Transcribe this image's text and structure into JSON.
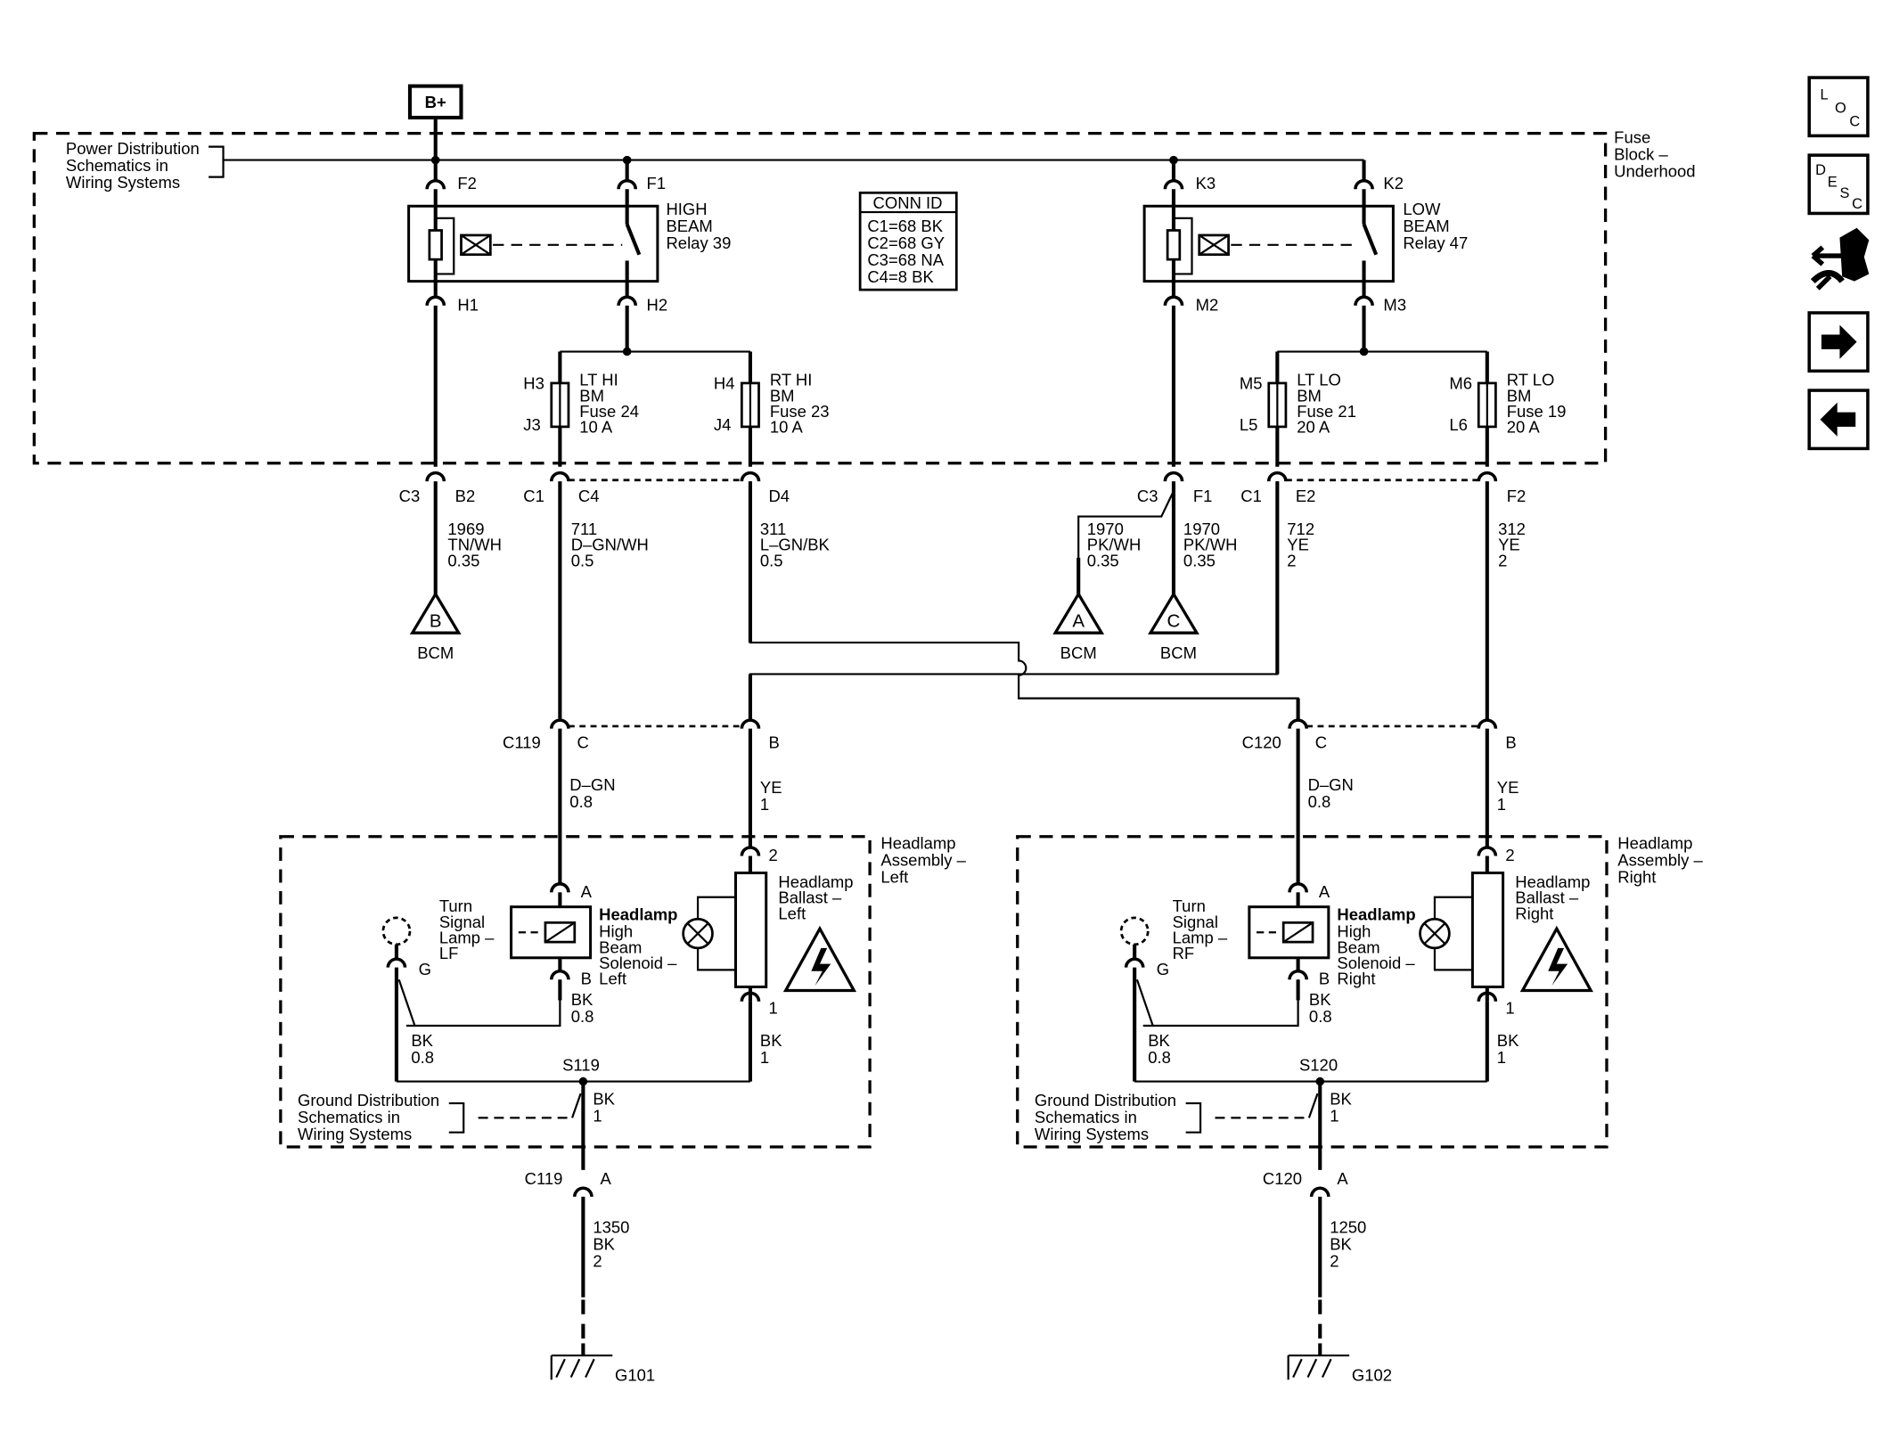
{
  "bplus": "B+",
  "fuse_block": [
    "Fuse",
    "Block –",
    "Underhood"
  ],
  "power_dist": [
    "Power Distribution",
    "Schematics in",
    "Wiring Systems"
  ],
  "conn_id": {
    "title": "CONN ID",
    "lines": [
      "C1=68 BK",
      "C2=68 GY",
      "C3=68 NA",
      "C4=8 BK"
    ]
  },
  "high_relay": {
    "lines": [
      "HIGH",
      "BEAM",
      "Relay 39"
    ],
    "pins": {
      "in1": "F2",
      "in2": "F1",
      "out1": "H1",
      "out2": "H2"
    }
  },
  "low_relay": {
    "lines": [
      "LOW",
      "BEAM",
      "Relay 47"
    ],
    "pins": {
      "in1": "K3",
      "in2": "K2",
      "out1": "M2",
      "out2": "M3"
    }
  },
  "fuses": [
    {
      "top": "H3",
      "bottom": "J3",
      "lines": [
        "LT HI",
        "BM",
        "Fuse 24",
        "10 A"
      ]
    },
    {
      "top": "H4",
      "bottom": "J4",
      "lines": [
        "RT HI",
        "BM",
        "Fuse 23",
        "10 A"
      ]
    },
    {
      "top": "M5",
      "bottom": "L5",
      "lines": [
        "LT LO",
        "BM",
        "Fuse 21",
        "20 A"
      ]
    },
    {
      "top": "M6",
      "bottom": "L6",
      "lines": [
        "RT LO",
        "BM",
        "Fuse 19",
        "20 A"
      ]
    }
  ],
  "fb_connectors": {
    "c3": "C3",
    "b2": "B2",
    "c1a": "C1",
    "c4": "C4",
    "d4": "D4",
    "c3b": "C3",
    "f1": "F1",
    "c1b": "C1",
    "e2": "E2",
    "f2": "F2"
  },
  "wires": {
    "w1969": [
      "1969",
      "TN/WH",
      "0.35"
    ],
    "w711": [
      "711",
      "D–GN/WH",
      "0.5"
    ],
    "w311": [
      "311",
      "L–GN/BK",
      "0.5"
    ],
    "w1970a": [
      "1970",
      "PK/WH",
      "0.35"
    ],
    "w1970b": [
      "1970",
      "PK/WH",
      "0.35"
    ],
    "w712": [
      "712",
      "YE",
      "2"
    ],
    "w312": [
      "312",
      "YE",
      "2"
    ]
  },
  "bcm": {
    "b": {
      "letter": "B",
      "label": "BCM"
    },
    "a": {
      "letter": "A",
      "label": "BCM"
    },
    "c": {
      "letter": "C",
      "label": "BCM"
    }
  },
  "c119": {
    "name": "C119",
    "pinC": "C",
    "pinB": "B"
  },
  "c120": {
    "name": "C120",
    "pinC": "C",
    "pinB": "B"
  },
  "left_assembly": {
    "title": [
      "Headlamp",
      "Assembly –",
      "Left"
    ],
    "wire_dgn": [
      "D–GN",
      "0.8"
    ],
    "wire_ye": [
      "YE",
      "1"
    ],
    "turn": [
      "Turn",
      "Signal",
      "Lamp –",
      "LF"
    ],
    "solenoid": [
      "Headlamp",
      "High",
      "Beam",
      "Solenoid –",
      "Left"
    ],
    "ballast": [
      "Headlamp",
      "Ballast –",
      "Left"
    ],
    "pins": {
      "a": "A",
      "b": "B",
      "g": "G",
      "p2": "2",
      "p1": "1"
    },
    "bk_sol": [
      "BK",
      "0.8"
    ],
    "bk_turn": [
      "BK",
      "0.8"
    ],
    "bk_ball": [
      "BK",
      "1"
    ],
    "splice": "S119",
    "bk_ground": [
      "BK",
      "1"
    ],
    "ground_dist": [
      "Ground Distribution",
      "Schematics in",
      "Wiring Systems"
    ]
  },
  "right_assembly": {
    "title": [
      "Headlamp",
      "Assembly –",
      "Right"
    ],
    "wire_dgn": [
      "D–GN",
      "0.8"
    ],
    "wire_ye": [
      "YE",
      "1"
    ],
    "turn": [
      "Turn",
      "Signal",
      "Lamp –",
      "RF"
    ],
    "solenoid": [
      "Headlamp",
      "High",
      "Beam",
      "Solenoid –",
      "Right"
    ],
    "ballast": [
      "Headlamp",
      "Ballast –",
      "Right"
    ],
    "pins": {
      "a": "A",
      "b": "B",
      "g": "G",
      "p2": "2",
      "p1": "1"
    },
    "bk_sol": [
      "BK",
      "0.8"
    ],
    "bk_turn": [
      "BK",
      "0.8"
    ],
    "bk_ball": [
      "BK",
      "1"
    ],
    "splice": "S120",
    "bk_ground": [
      "BK",
      "1"
    ],
    "ground_dist": [
      "Ground Distribution",
      "Schematics in",
      "Wiring Systems"
    ]
  },
  "ground_left": {
    "conn": "C119",
    "pin": "A",
    "wire": [
      "1350",
      "BK",
      "2"
    ],
    "ground": "G101"
  },
  "ground_right": {
    "conn": "C120",
    "pin": "A",
    "wire": [
      "1250",
      "BK",
      "2"
    ],
    "ground": "G102"
  },
  "nav": {
    "loc": [
      "L",
      "O",
      "C"
    ],
    "desc": [
      "D",
      "E",
      "S",
      "C"
    ]
  }
}
